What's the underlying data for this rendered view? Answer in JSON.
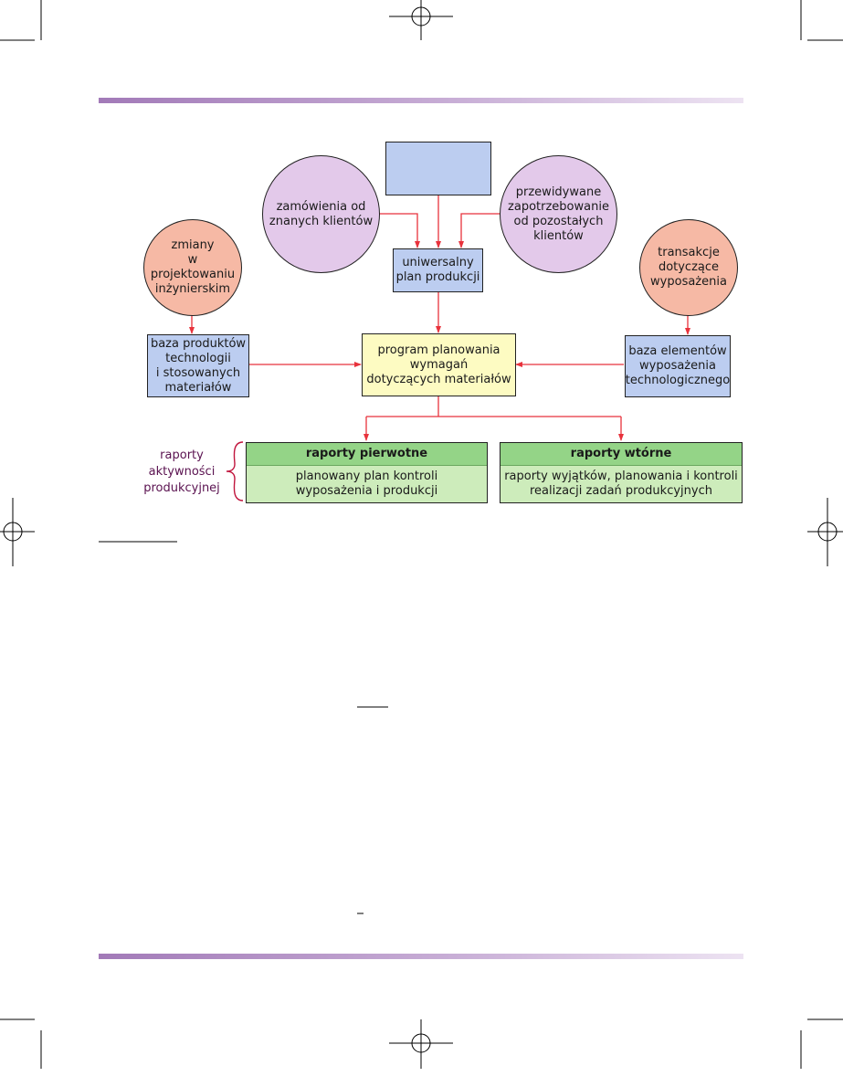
{
  "colors": {
    "connector": "#e8323c",
    "circle_purple": "#e3c9ea",
    "circle_salmon": "#f6b9a5",
    "box_blue": "#bccdf0",
    "box_yellow": "#fdfbc2",
    "report_header": "#94d487",
    "report_body": "#cdecbb",
    "side_label_text": "#5a1250",
    "brace": "#c0143c"
  },
  "diagram": {
    "top_box": "",
    "customer_orders": "zamówienia od\nznanych klientów",
    "forecast_demand": "przewidywane\nzapotrzebowanie\nod pozostałych\nklientów",
    "master_schedule": "uniwersalny\nplan produkcji",
    "engineering_changes": "zmiany\nw projektowaniu\ninżynierskim",
    "inventory_transactions": "transakcje\ndotyczące\nwyposażenia",
    "bill_of_materials": "baza produktów\ntechnologii\ni stosowanych\nmateriałów",
    "mrp_program": "program planowania\nwymagań\ndotyczących materiałów",
    "inventory_records": "baza elementów\nwyposażenia\ntechnologicznego",
    "reports_label": "raporty\naktywności\nprodukcyjnej",
    "primary_reports": {
      "title": "raporty pierwotne",
      "body": "planowany plan kontroli\nwyposażenia i produkcji"
    },
    "secondary_reports": {
      "title": "raporty wtórne",
      "body": "raporty wyjątków, planowania i kontroli\nrealizacji zadań produkcyjnych"
    }
  }
}
